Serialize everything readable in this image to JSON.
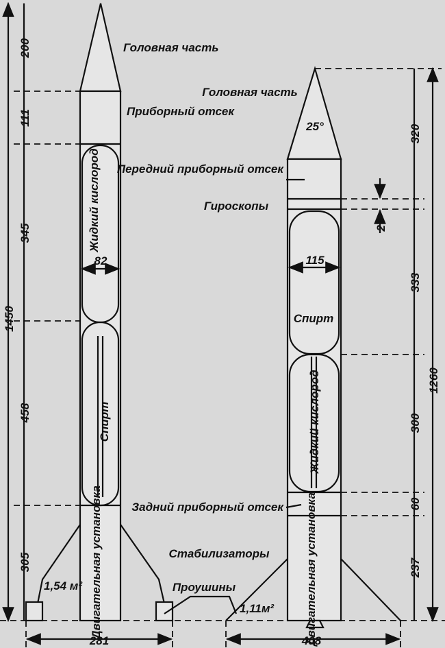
{
  "left_rocket": {
    "nose": "Головная часть",
    "bay": "Приборный отсек",
    "lox": "Жидкий кислород",
    "alcohol": "Спирт",
    "engine": "Двигательная установка",
    "diameter": "82",
    "fin_area": "1,54 м²",
    "dims": {
      "nose": "200",
      "bay": "111",
      "lox": "345",
      "alcohol": "458",
      "engine": "305",
      "total": "1450",
      "span": "281"
    }
  },
  "right_rocket": {
    "nose": "Головная часть",
    "angle": "25°",
    "fwd_bay": "Передний приборный отсек",
    "gyro": "Гироскопы",
    "alcohol": "Спирт",
    "lox": "Жидкий кислород",
    "rear_bay": "Задний приборный отсек",
    "engine": "Двигательная установка",
    "diameter": "115",
    "fin_area": "1,11м²",
    "dims": {
      "nose": "320",
      "gyro": "27",
      "alcohol": "333",
      "lox": "300",
      "rear": "60",
      "engine": "237",
      "total": "1260",
      "span": "408"
    }
  },
  "shared": {
    "fins": "Стабилизаторы",
    "lugs": "Проушины"
  }
}
